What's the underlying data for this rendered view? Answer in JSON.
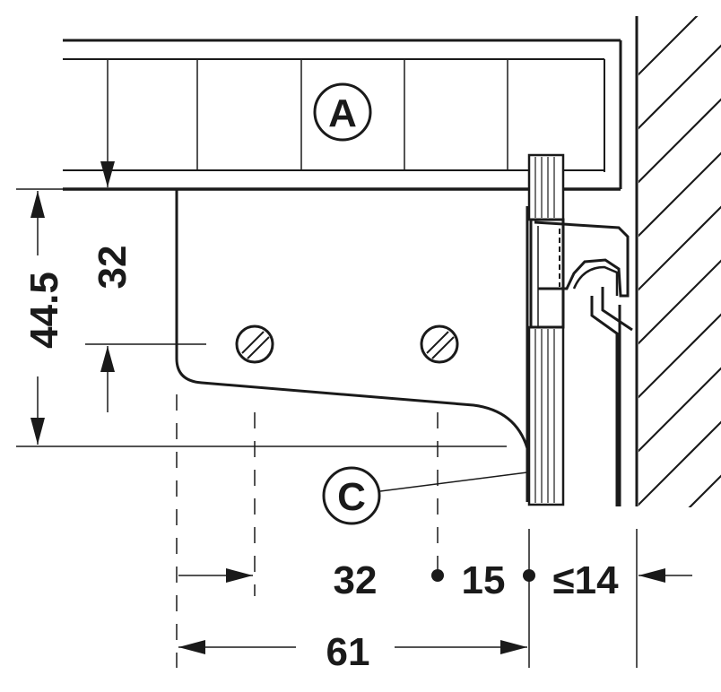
{
  "labels": {
    "callout_a": "A",
    "callout_c": "C"
  },
  "dimensions": {
    "height_total": "44.5",
    "height_hole": "32",
    "width_total": "61",
    "width_hole_spacing": "32",
    "offset": "15",
    "max_thickness": "≤14"
  },
  "colors": {
    "ink": "#1a1a1a",
    "background": "#ffffff"
  }
}
